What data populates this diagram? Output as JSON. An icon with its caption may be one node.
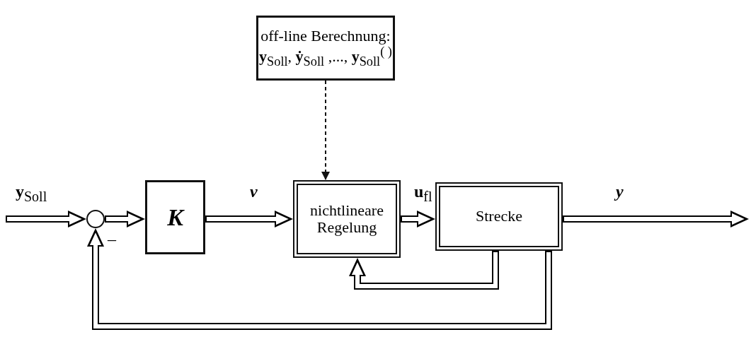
{
  "diagram": {
    "nodes": [
      {
        "text": [
          "off-line Berechnung:",
          "**y**$_{Soll}$, **ẏ**$_{Soll}$ ,..., **y**$_{Soll}$$^{( )}$"
        ]
      },
      {
        "text": [],
        "shape": "circle"
      },
      {
        "text": [
          "K"
        ]
      },
      {
        "text": [
          "nichtlineare Regelung"
        ]
      },
      {
        "text": [
          "Strecke"
        ]
      }
    ],
    "edges": [
      {
        "from": null,
        "to": 1,
        "arrow": "to",
        "label": "**y**$_{Soll}$"
      },
      {
        "from": 1,
        "to": 2,
        "arrow": "to"
      },
      {
        "from": 2,
        "to": 3,
        "arrow": "to",
        "label": "v"
      },
      {
        "from": 0,
        "to": 3,
        "arrow": "to",
        "style": "dashed"
      },
      {
        "from": 3,
        "to": 4,
        "arrow": "to",
        "label": "**u**$_{fl}$"
      },
      {
        "from": 4,
        "to": null,
        "arrow": "to",
        "label": "y"
      },
      {
        "from": 4,
        "to": 3,
        "arrow": "to"
      },
      {
        "from": 4,
        "to": 1,
        "arrow": "to"
      }
    ],
    "labels": [
      "–"
    ]
  }
}
